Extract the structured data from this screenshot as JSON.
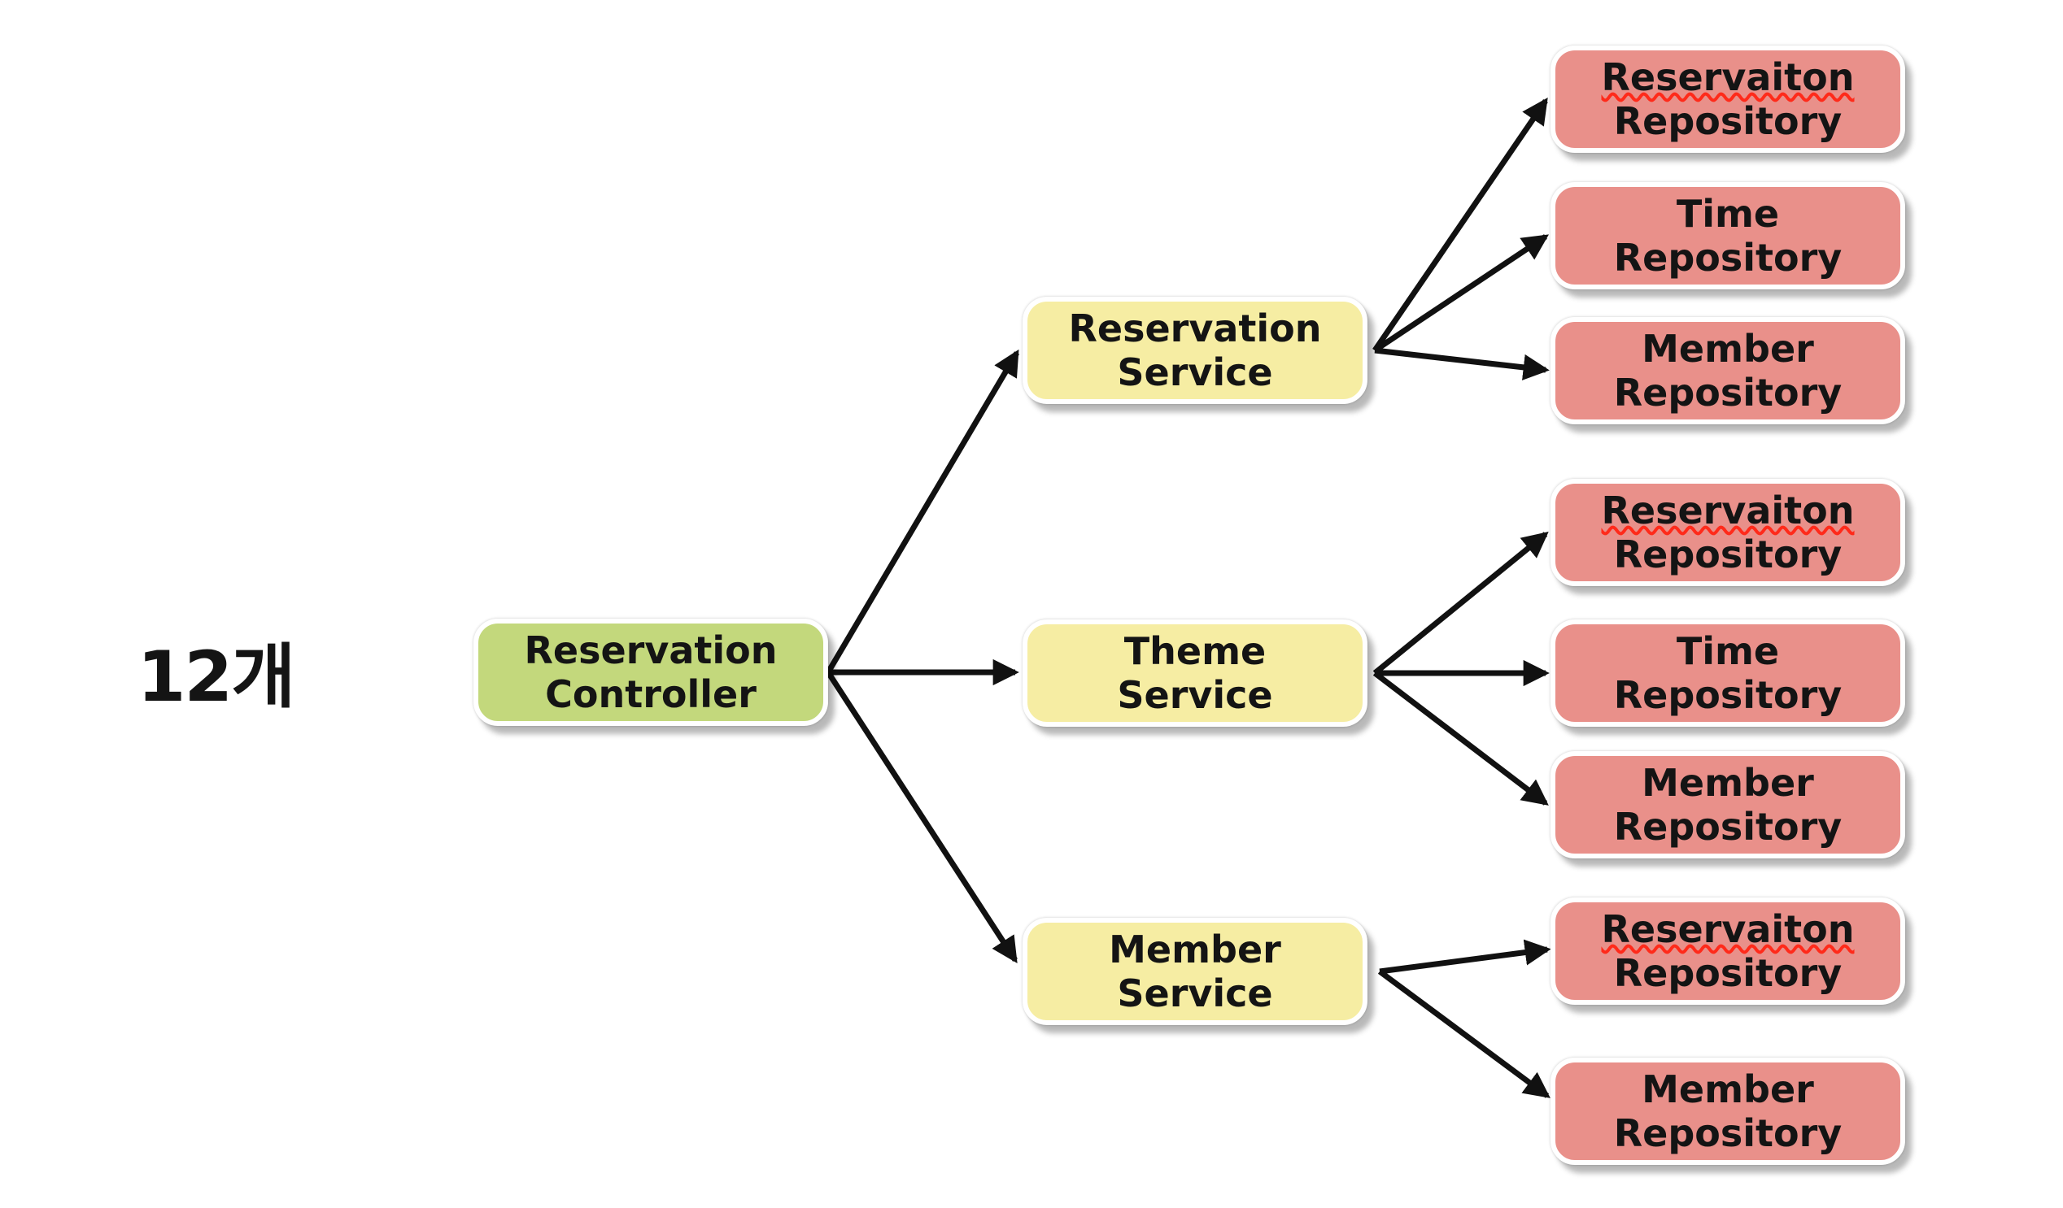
{
  "count_label": "12개",
  "colors": {
    "background": "#ffffff",
    "controller_fill": "#c3d87c",
    "service_fill": "#f6eda3",
    "repository_fill": "#e9908a",
    "node_border": "#ffffff",
    "text": "#141414",
    "arrow": "#111111",
    "spellcheck_underline": "#ff2a1a"
  },
  "nodes": {
    "controller": {
      "id": "reservation-controller",
      "line1": "Reservation",
      "line2": "Controller"
    },
    "services": [
      {
        "id": "reservation-service",
        "line1": "Reservation",
        "line2": "Service"
      },
      {
        "id": "theme-service",
        "line1": "Theme",
        "line2": "Service"
      },
      {
        "id": "member-service",
        "line1": "Member",
        "line2": "Service"
      }
    ],
    "repositories": [
      {
        "id": "reservaiton-repository-top",
        "line1": "Reservaiton",
        "line2": "Repository",
        "misspelled": true
      },
      {
        "id": "time-repository-top",
        "line1": "Time",
        "line2": "Repository",
        "misspelled": false
      },
      {
        "id": "member-repository-top",
        "line1": "Member",
        "line2": "Repository",
        "misspelled": false
      },
      {
        "id": "reservaiton-repository-middle",
        "line1": "Reservaiton",
        "line2": "Repository",
        "misspelled": true
      },
      {
        "id": "time-repository-middle",
        "line1": "Time",
        "line2": "Repository",
        "misspelled": false
      },
      {
        "id": "member-repository-middle",
        "line1": "Member",
        "line2": "Repository",
        "misspelled": false
      },
      {
        "id": "reservaiton-repository-bottom",
        "line1": "Reservaiton",
        "line2": "Repository",
        "misspelled": true
      },
      {
        "id": "member-repository-bottom",
        "line1": "Member",
        "line2": "Repository",
        "misspelled": false
      }
    ]
  },
  "edges": [
    {
      "from": "reservation-controller",
      "to": "reservation-service"
    },
    {
      "from": "reservation-controller",
      "to": "theme-service"
    },
    {
      "from": "reservation-controller",
      "to": "member-service"
    },
    {
      "from": "reservation-service",
      "to": "reservaiton-repository-top"
    },
    {
      "from": "reservation-service",
      "to": "time-repository-top"
    },
    {
      "from": "reservation-service",
      "to": "member-repository-top"
    },
    {
      "from": "theme-service",
      "to": "reservaiton-repository-middle"
    },
    {
      "from": "theme-service",
      "to": "time-repository-middle"
    },
    {
      "from": "theme-service",
      "to": "member-repository-middle"
    },
    {
      "from": "member-service",
      "to": "reservaiton-repository-bottom"
    },
    {
      "from": "member-service",
      "to": "member-repository-bottom"
    }
  ]
}
